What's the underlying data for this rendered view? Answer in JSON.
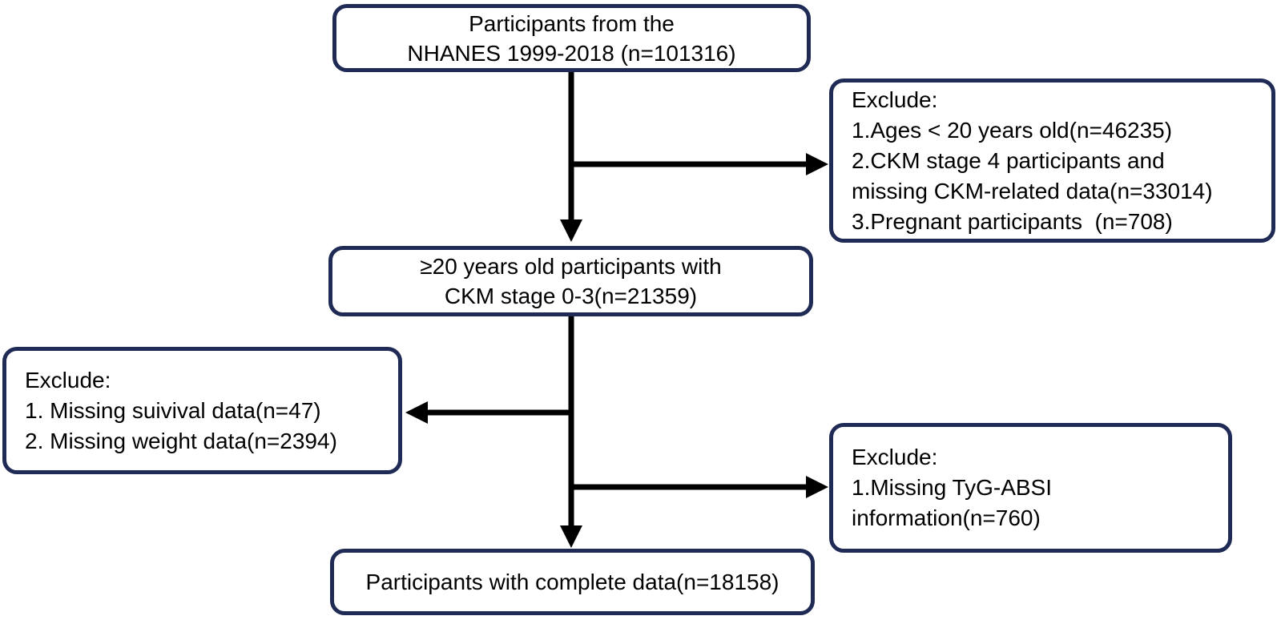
{
  "diagram": {
    "type": "flowchart",
    "nodes": {
      "top": {
        "text": "Participants from the\nNHANES 1999-2018 (n=101316)"
      },
      "exclude1": {
        "text": "Exclude:\n1.Ages < 20 years old(n=46235)\n2.CKM stage 4 participants and\nmissing CKM-related data(n=33014)\n3.Pregnant participants  (n=708)"
      },
      "middle": {
        "text": "≥20 years old participants with\nCKM stage 0-3(n=21359)"
      },
      "exclude_left": {
        "text": "Exclude:\n1. Missing suivival data(n=47)\n2. Missing weight data(n=2394)"
      },
      "exclude2": {
        "text": "Exclude:\n1.Missing TyG-ABSI information(n=760)"
      },
      "bottom": {
        "text": "Participants with complete data(n=18158)"
      }
    },
    "colors": {
      "box_border": "#1f2a55",
      "box_fill": "#ffffff",
      "arrow": "#000000",
      "text": "#000000",
      "background": "#ffffff"
    }
  }
}
